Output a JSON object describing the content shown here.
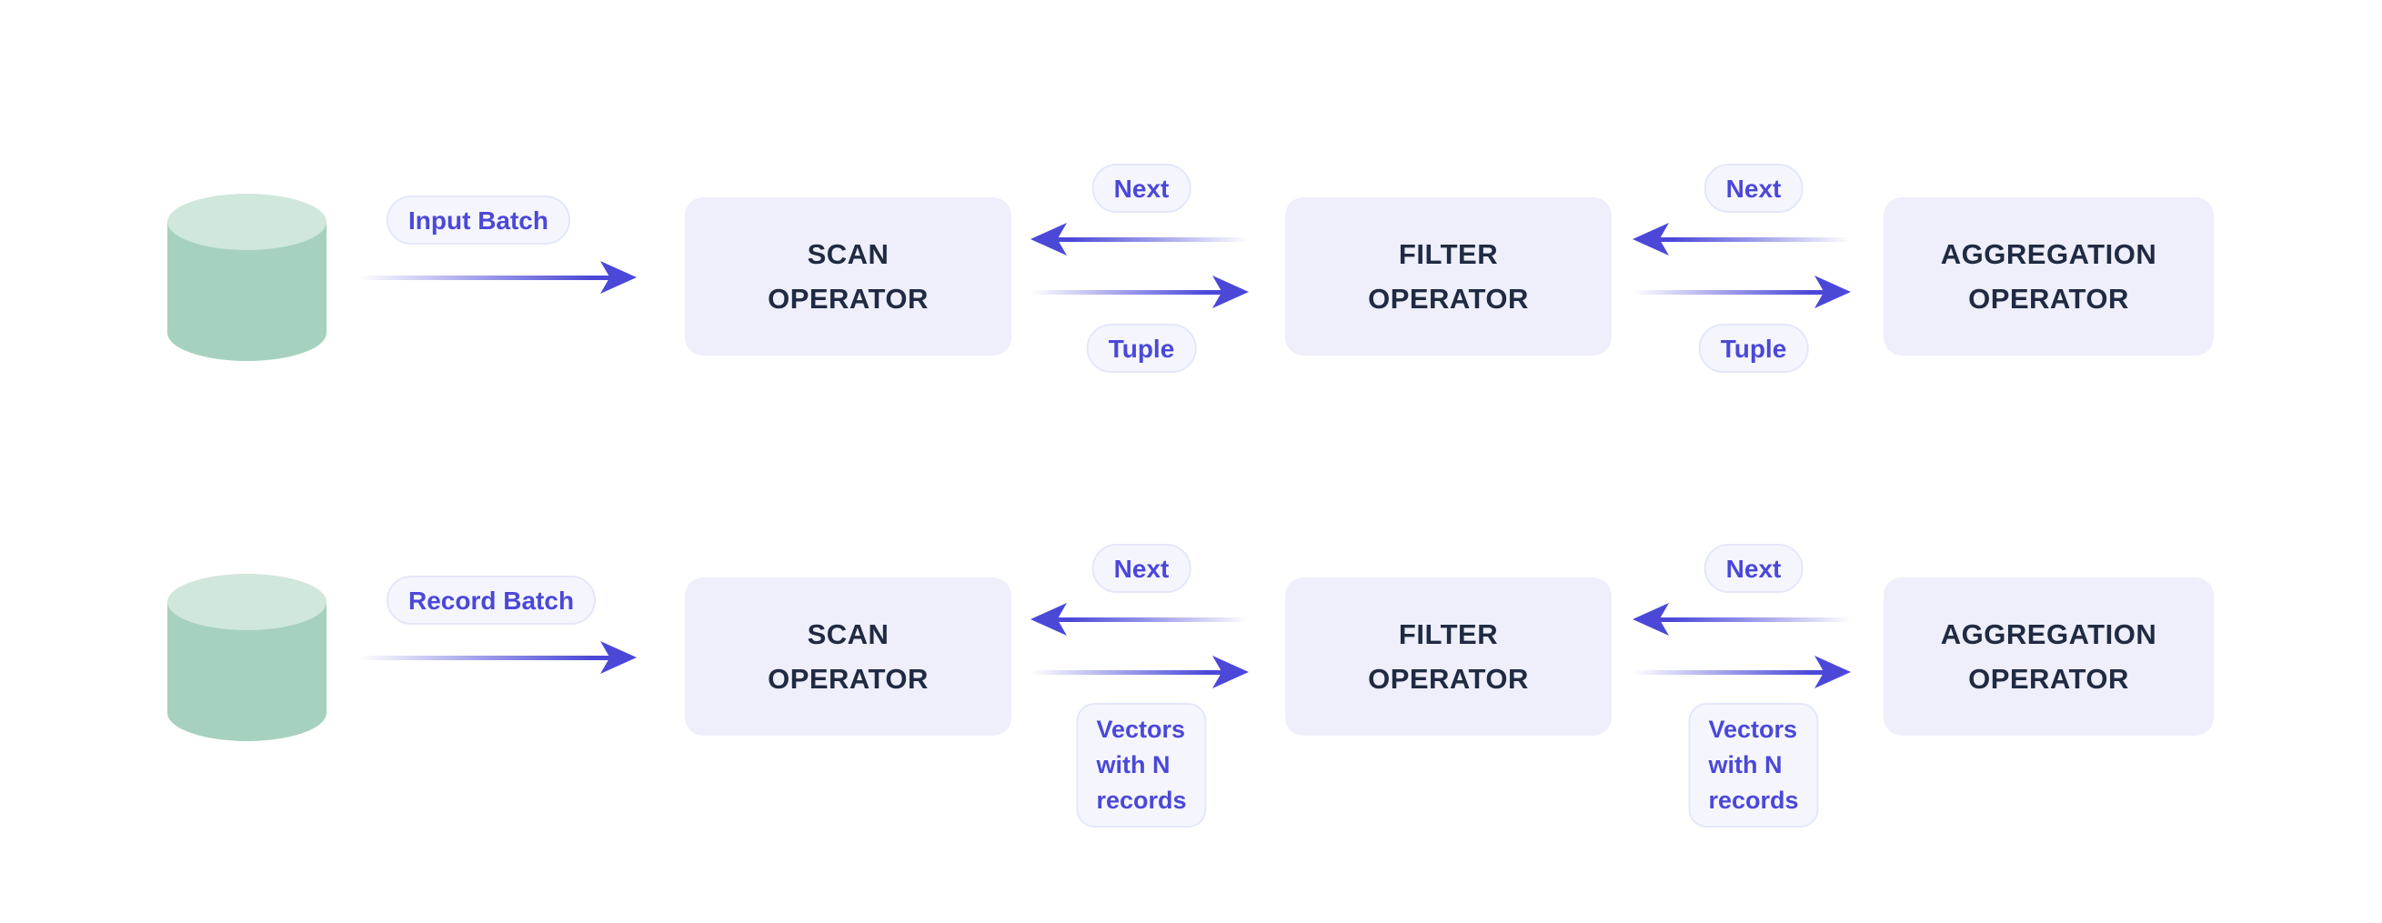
{
  "colors": {
    "accent": "#4b48d8",
    "operator_box_bg": "#eeeffa",
    "operator_text": "#202a42",
    "label_bg": "#f5f6fd",
    "label_border": "#e4e7f9",
    "cylinder_body": "#a6d1be",
    "cylinder_top": "#d0e7db",
    "background": "#ffffff"
  },
  "rows": [
    {
      "source_label": "Input Batch",
      "operators": [
        {
          "line1": "SCAN",
          "line2": "OPERATOR"
        },
        {
          "line1": "FILTER",
          "line2": "OPERATOR"
        },
        {
          "line1": "AGGREGATION",
          "line2": "OPERATOR"
        }
      ],
      "connectors": [
        {
          "top_label": "Next",
          "bottom_label": "Tuple"
        },
        {
          "top_label": "Next",
          "bottom_label": "Tuple"
        }
      ]
    },
    {
      "source_label": "Record Batch",
      "operators": [
        {
          "line1": "SCAN",
          "line2": "OPERATOR"
        },
        {
          "line1": "FILTER",
          "line2": "OPERATOR"
        },
        {
          "line1": "AGGREGATION",
          "line2": "OPERATOR"
        }
      ],
      "connectors": [
        {
          "top_label": "Next",
          "bottom_label_lines": [
            "Vectors",
            "with N",
            "records"
          ]
        },
        {
          "top_label": "Next",
          "bottom_label_lines": [
            "Vectors",
            "with N",
            "records"
          ]
        }
      ]
    }
  ]
}
